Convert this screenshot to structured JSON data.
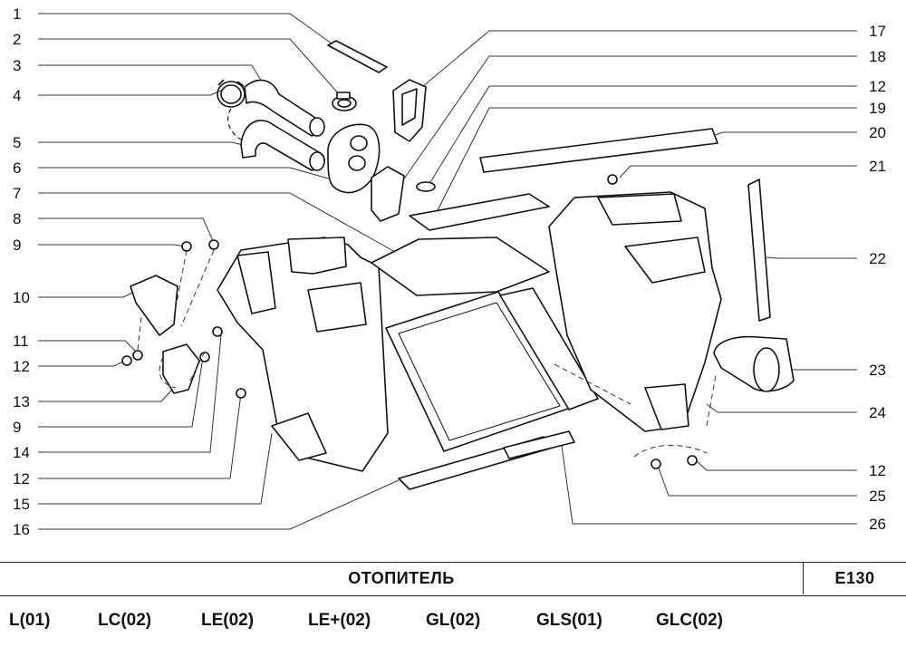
{
  "callouts_left": [
    "1",
    "2",
    "3",
    "4",
    "5",
    "6",
    "7",
    "8",
    "9",
    "10",
    "11",
    "12",
    "13",
    "9",
    "14",
    "12",
    "15",
    "16"
  ],
  "callouts_right": [
    "17",
    "18",
    "12",
    "19",
    "20",
    "21",
    "22",
    "23",
    "24",
    "12",
    "25",
    "26"
  ],
  "title": "ОТОПИТЕЛЬ",
  "code": "E130",
  "variants": [
    "L(01)",
    "LC(02)",
    "LE(02)",
    "LE+(02)",
    "GL(02)",
    "GLS(01)",
    "GLC(02)"
  ]
}
